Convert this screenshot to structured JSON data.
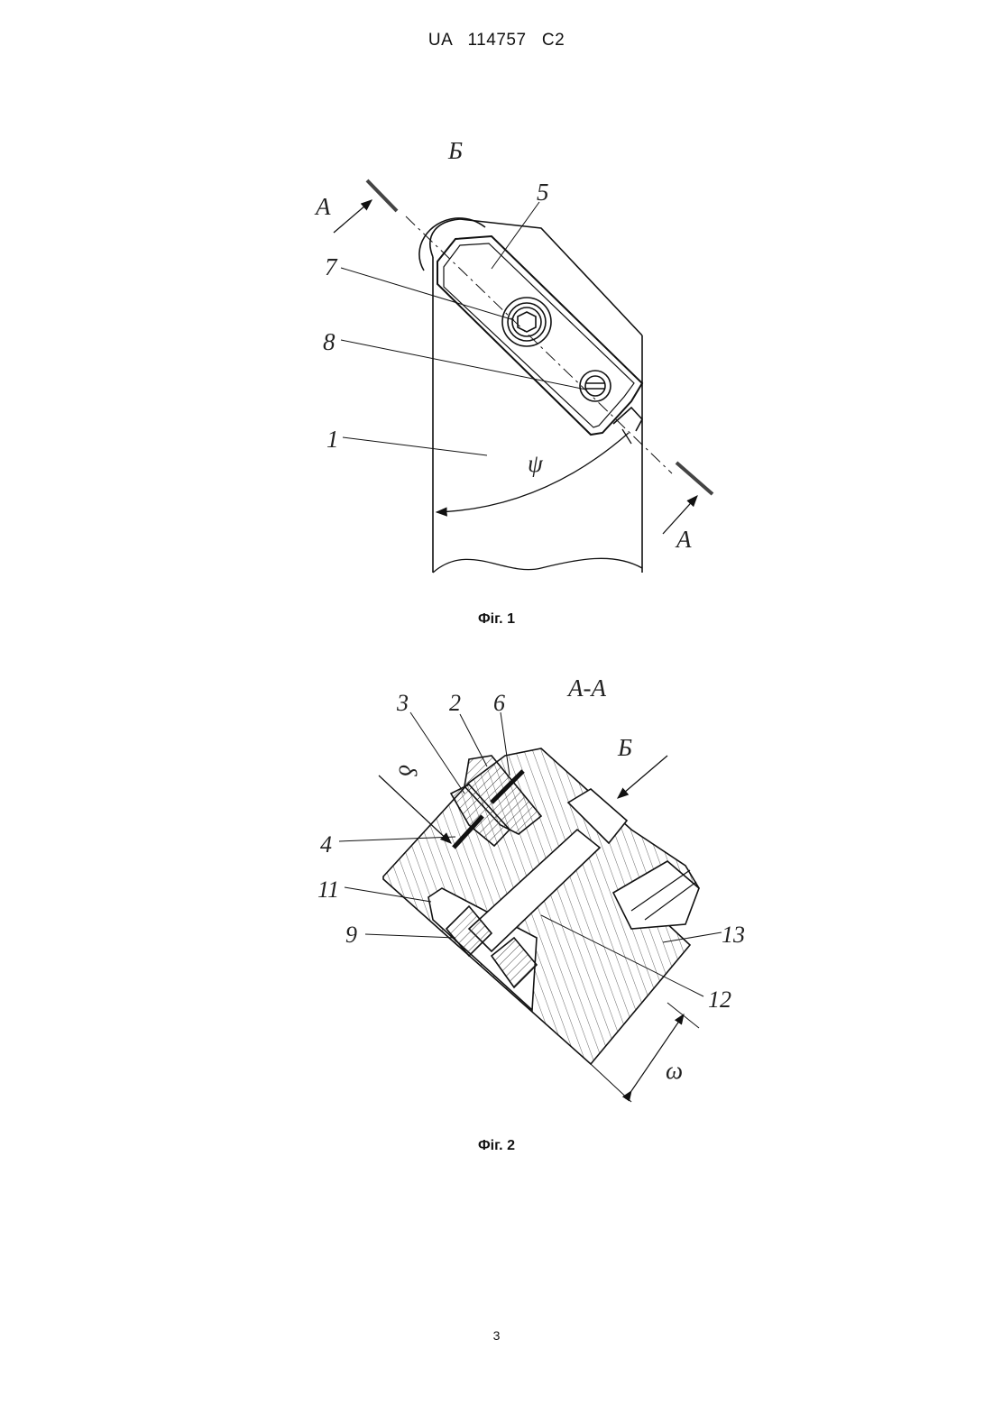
{
  "header": {
    "patent_number": "UA   114757   C2"
  },
  "figure1": {
    "caption": "Фіг. 1",
    "view_label": "Б",
    "section_label_top": "А",
    "section_label_bottom": "А",
    "angle_label": "ψ",
    "callouts": [
      "5",
      "7",
      "8",
      "1"
    ]
  },
  "figure2": {
    "caption": "Фіг. 2",
    "section_title": "А-А",
    "view_label": "Б",
    "angle_delta": "δ",
    "angle_omega": "ω",
    "callouts": [
      "3",
      "2",
      "6",
      "4",
      "11",
      "9",
      "13",
      "12"
    ]
  },
  "footer": {
    "page_number": "3"
  }
}
